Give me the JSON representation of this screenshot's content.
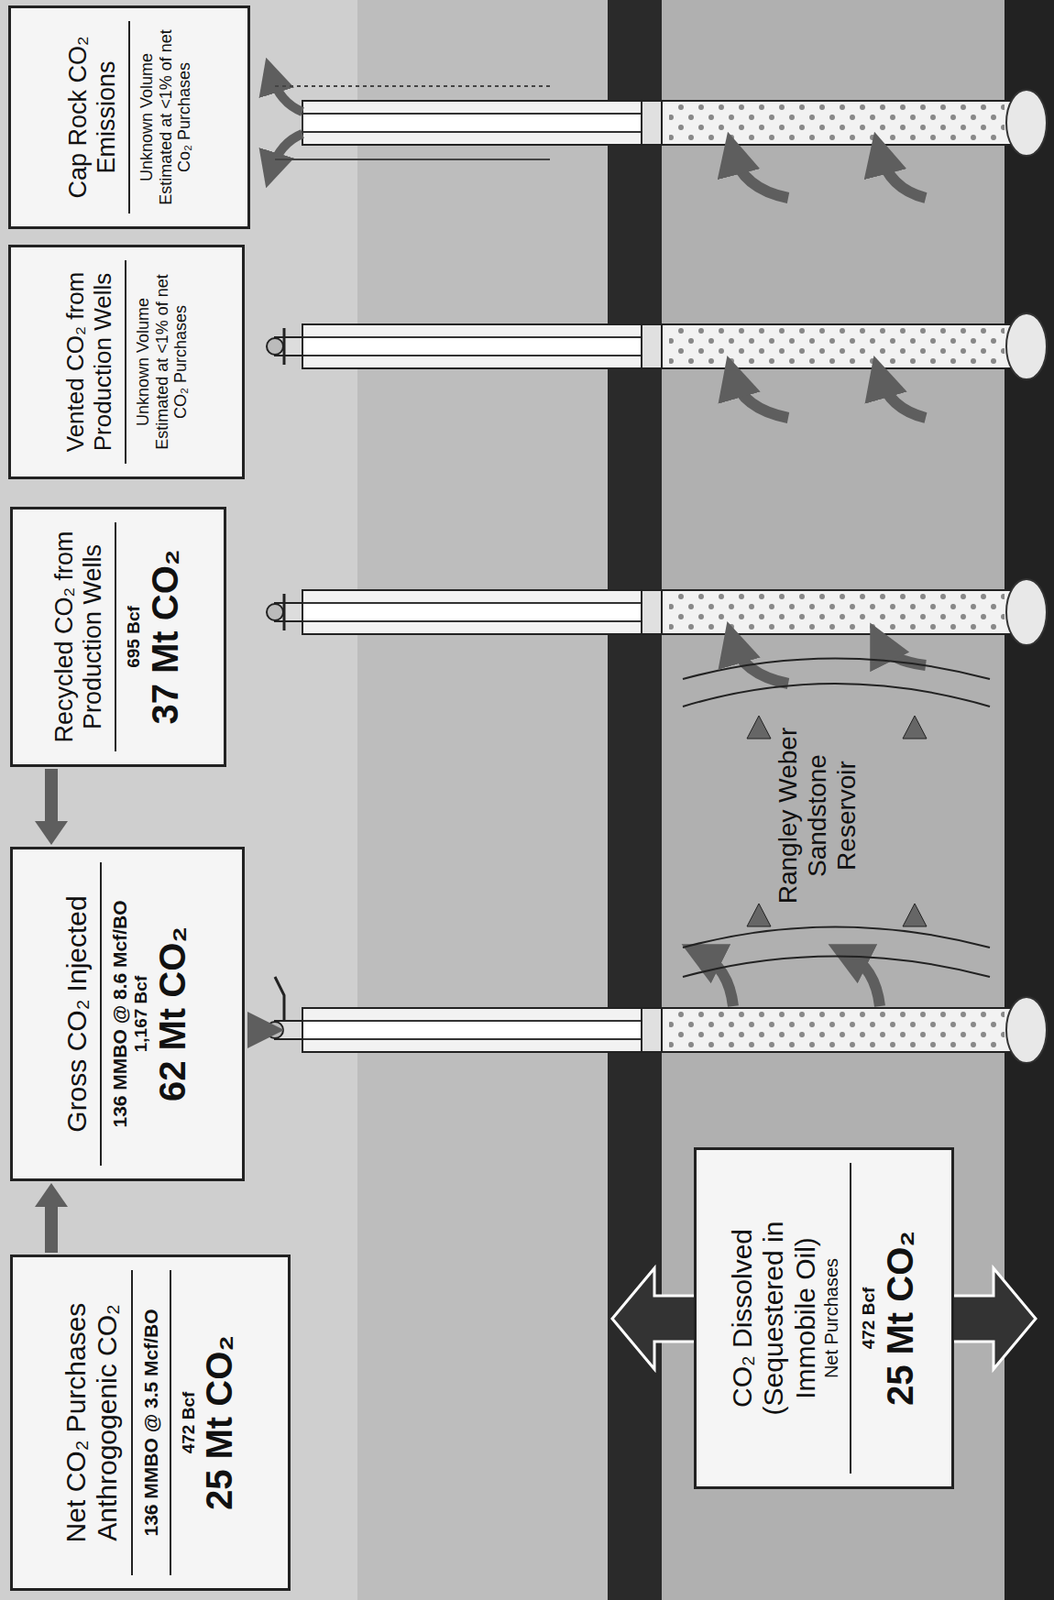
{
  "diagram": {
    "nodes": [
      {
        "text": [
          "Net CO₂ Purchases Anthrogogenic CO₂",
          "136 MMBO @ 3.5 Mcf/BO",
          "472 Bcf",
          "25 Mt CO₂"
        ]
      },
      {
        "text": [
          "Gross CO₂ Injected",
          "136 MMBO @ 8.6 Mcf/BO",
          "1,167 Bcf",
          "62 Mt CO₂"
        ]
      },
      {
        "text": [
          "Recycled CO₂ from Production Wells",
          "695 Bcf",
          "37 Mt CO₂"
        ]
      },
      {
        "text": [
          "Vented CO₂ from Production Wells",
          "Unknown Volume Estimated at <1% of net CO₂ Purchases"
        ]
      },
      {
        "text": [
          "Cap Rock CO₂ Emissions",
          "Unknown Volume Estimated at <1% of net Co₂ Purchases"
        ]
      },
      {
        "text": [
          "CO₂ Dissolved (Sequestered in Immobile Oil)",
          "Net Purchases",
          "472 Bcf",
          "25 Mt CO₂"
        ]
      }
    ],
    "edges": [
      {
        "from": 0,
        "to": 1,
        "arrow": "to"
      },
      {
        "from": 2,
        "to": 1,
        "arrow": "to"
      }
    ],
    "labels": [
      "Rangley Weber Sandstone Reservoir"
    ]
  }
}
